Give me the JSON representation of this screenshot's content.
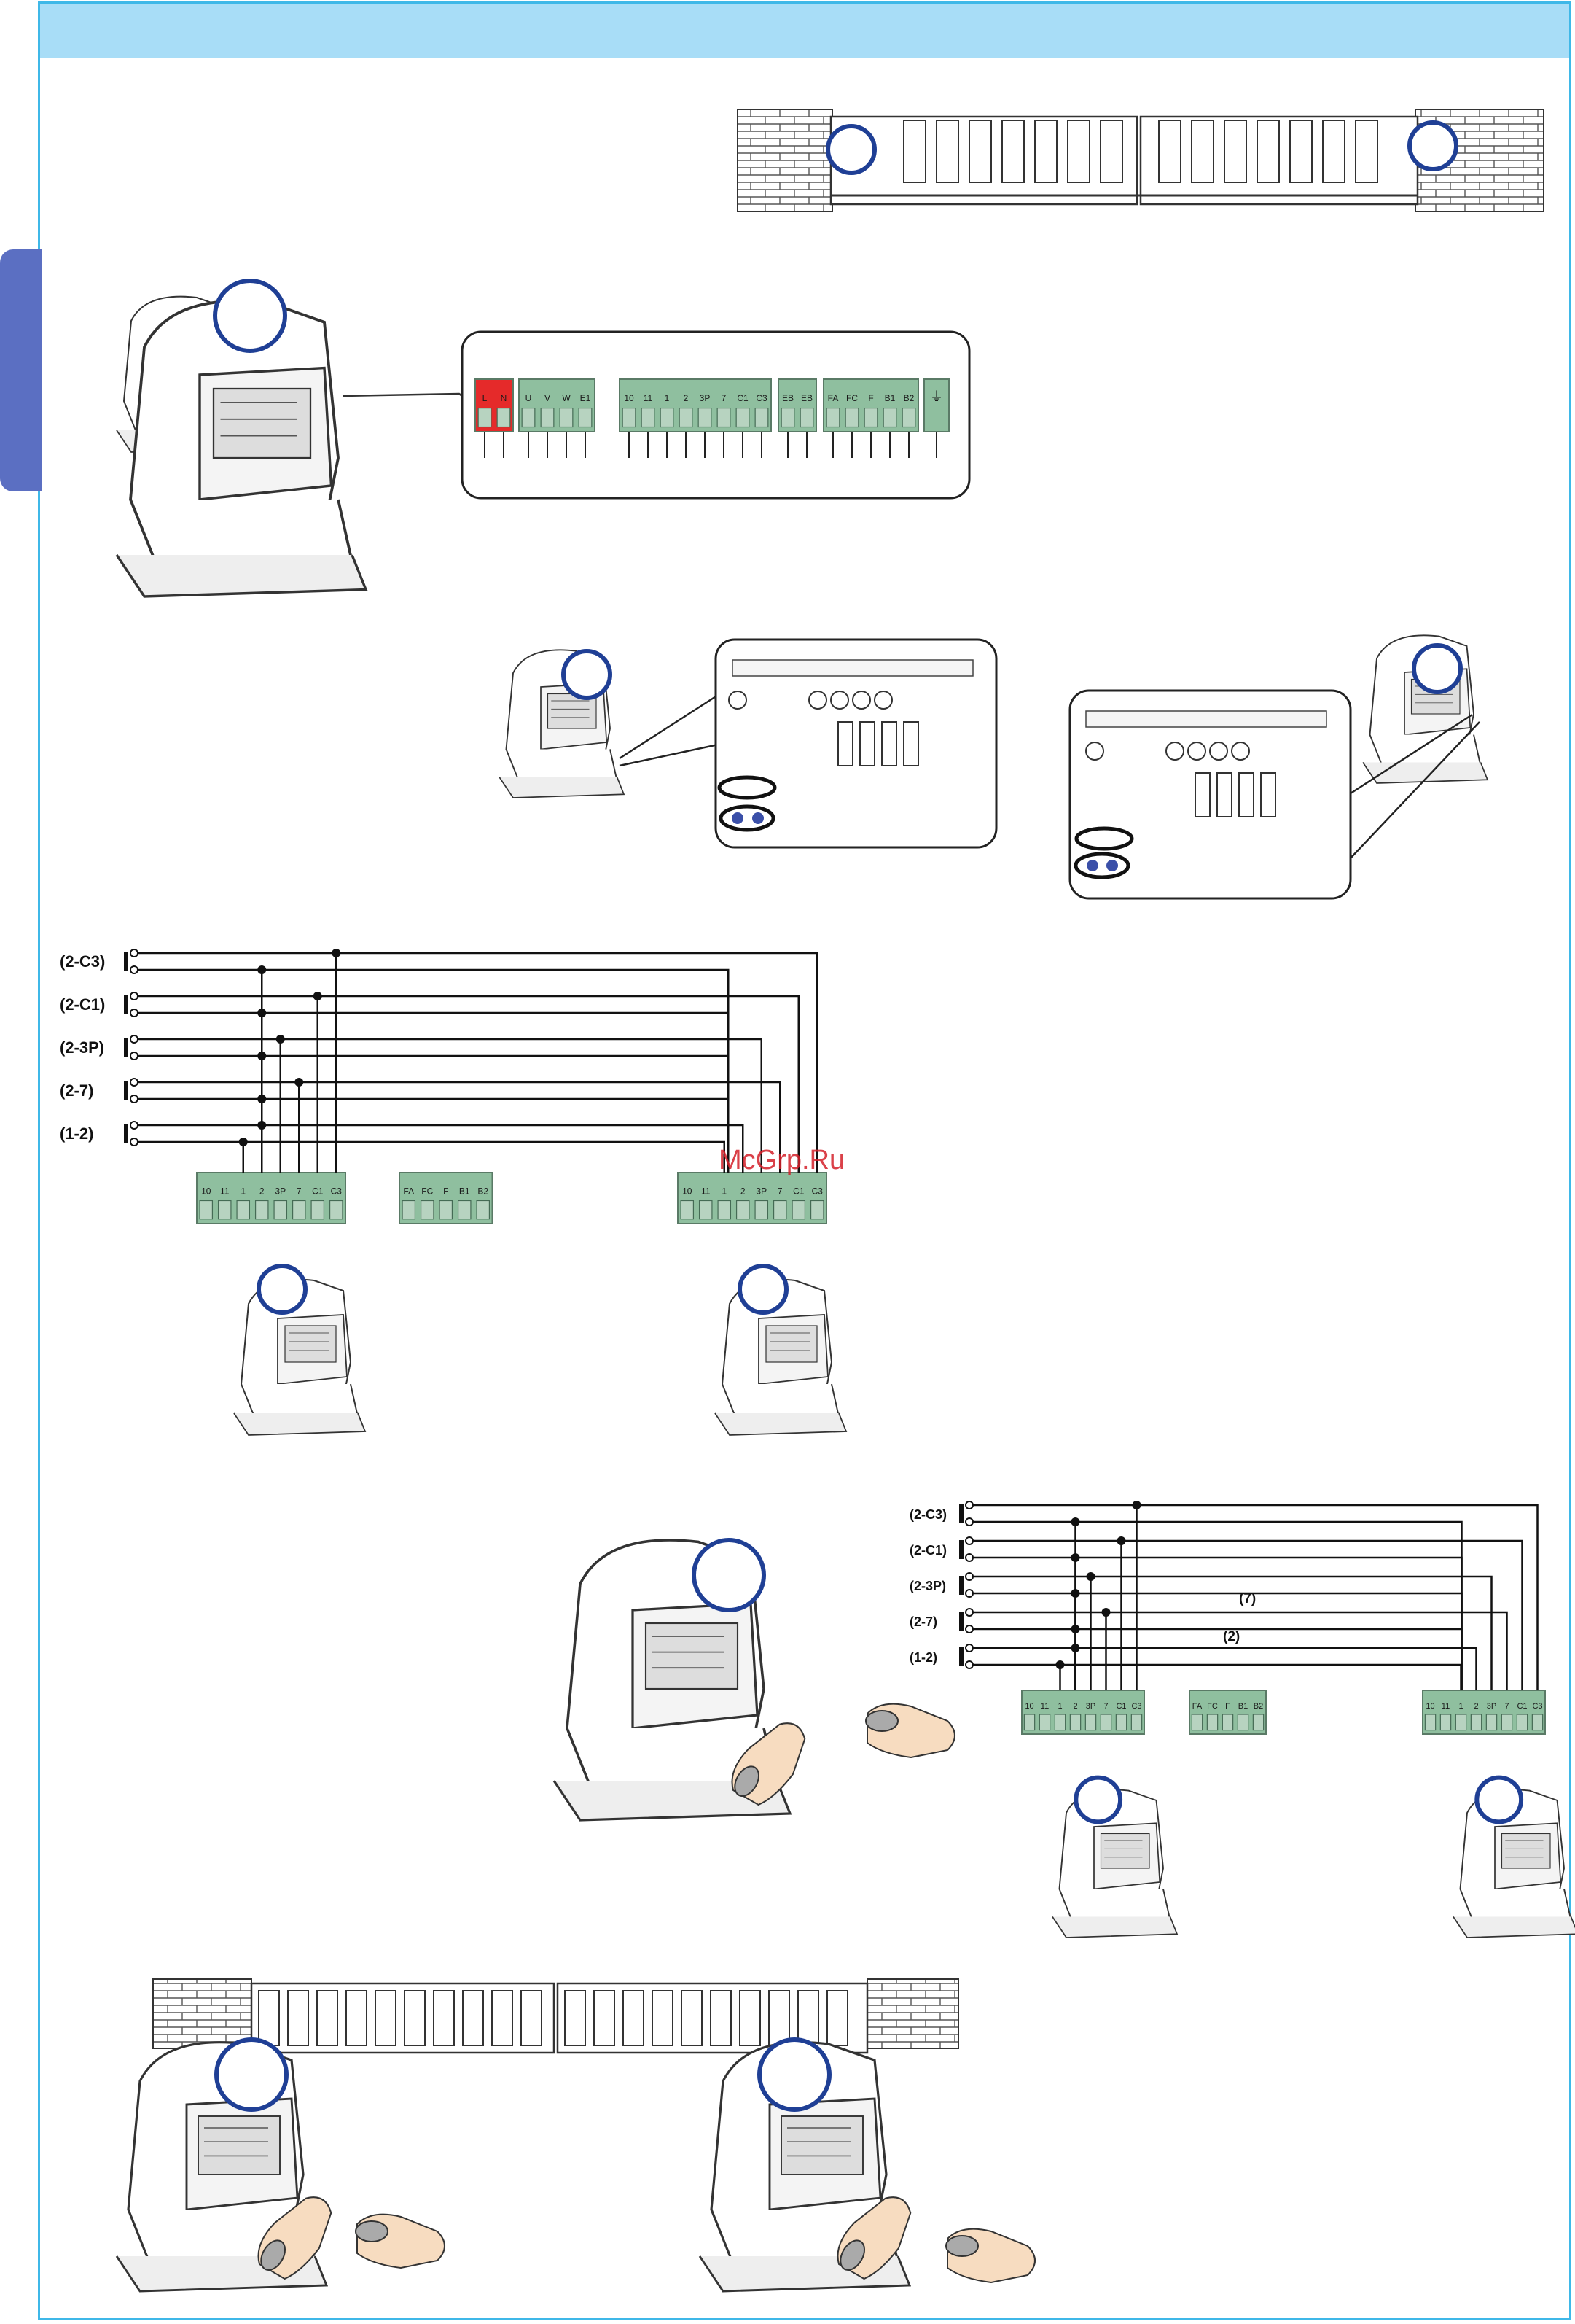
{
  "colors": {
    "frame": "#3fb8e8",
    "header_band": "#a8ddf7",
    "side_tab": "#5b6fc2",
    "terminal_green": "#8fbf9f",
    "terminal_red": "#e52a2a",
    "callout_circle": "#1f3f95",
    "watermark": "#d4202a"
  },
  "watermark": "McGrp.Ru",
  "top_terminal_strip": {
    "power_labels": [
      "L",
      "N"
    ],
    "motor_labels": [
      "U",
      "V",
      "W",
      "E1"
    ],
    "control_labels": [
      "10",
      "11",
      "1",
      "2",
      "3P",
      "7",
      "C1",
      "C3"
    ],
    "encoder_labels": [
      "EB",
      "EB"
    ],
    "limit_labels": [
      "FA",
      "FC",
      "F",
      "B1",
      "B2"
    ],
    "ground_symbol": "⏚"
  },
  "wiring_diagram_1": {
    "devices": [
      "(2-C3)",
      "(2-C1)",
      "(2-3P)",
      "(2-7)",
      "(1-2)"
    ],
    "board_a_labels": [
      "10",
      "11",
      "1",
      "2",
      "3P",
      "7",
      "C1",
      "C3"
    ],
    "board_a_limit_labels": [
      "FA",
      "FC",
      "F",
      "B1",
      "B2"
    ],
    "board_b_labels": [
      "10",
      "11",
      "1",
      "2",
      "3P",
      "7",
      "C1",
      "C3"
    ]
  },
  "wiring_diagram_2": {
    "devices": [
      "(2-C3)",
      "(2-C1)",
      "(2-3P)",
      "(2-7)",
      "(1-2)"
    ],
    "annotations": [
      "(7)",
      "(2)"
    ],
    "board_a_labels": [
      "10",
      "11",
      "1",
      "2",
      "3P",
      "7",
      "C1",
      "C3"
    ],
    "board_a_limit_labels": [
      "FA",
      "FC",
      "F",
      "B1",
      "B2"
    ],
    "board_b_labels": [
      "10",
      "11",
      "1",
      "2",
      "3P",
      "7",
      "C1",
      "C3"
    ]
  },
  "icons": [
    "brick-wall-icon",
    "sliding-gate-icon",
    "gate-motor-icon",
    "control-board-icon",
    "remote-transmitter-icon",
    "hand-icon"
  ]
}
